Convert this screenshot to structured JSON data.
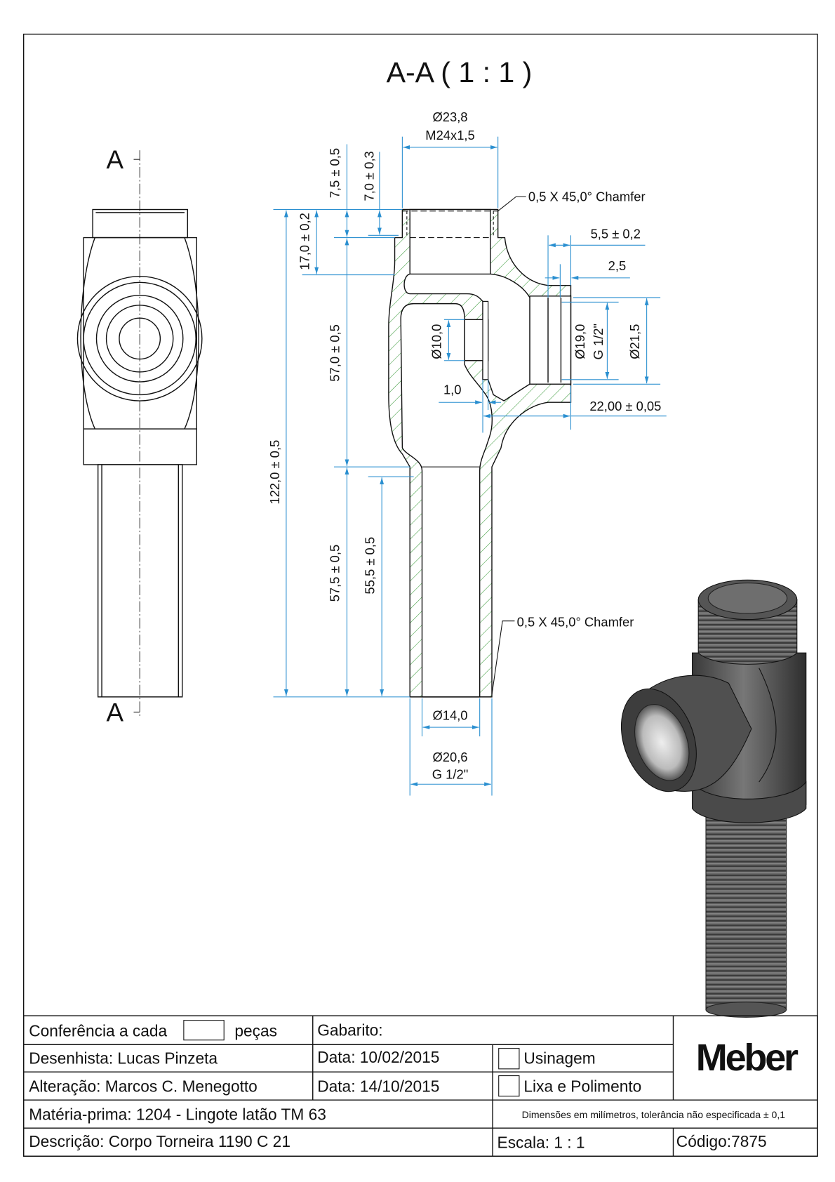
{
  "section_title": "A-A ( 1 : 1 )",
  "left_view": {
    "section_label_top": "A",
    "section_label_bottom": "A"
  },
  "dimensions": {
    "top_diameter": "Ø23,8",
    "top_thread": "M24x1,5",
    "chamfer_top": "0,5 X 45,0° Chamfer",
    "chamfer_bottom": "0,5 X 45,0° Chamfer",
    "d_7_5": "7,5 ± 0,5",
    "d_7_0": "7,0 ± 0,3",
    "d_17_0": "17,0 ± 0,2",
    "d_57_0": "57,0 ± 0,5",
    "d_122_0": "122,0 ± 0,5",
    "d_57_5": "57,5 ± 0,5",
    "d_55_5": "55,5 ± 0,5",
    "d_5_5": "5,5 ± 0,2",
    "d_2_5": "2,5",
    "d_10_0": "Ø10,0",
    "d_1_0": "1,0",
    "d_19_0": "Ø19,0",
    "d_19_thread": "G 1/2\"",
    "d_21_5": "Ø21,5",
    "d_22_00": "22,00 ± 0,05",
    "d_14_0": "Ø14,0",
    "d_20_6": "Ø20,6",
    "d_20_6_thread": "G 1/2\""
  },
  "title_block": {
    "conferencia_label": "Conferência a cada",
    "conferencia_value": "",
    "pecas_label": "peças",
    "gabarito_label": "Gabarito:",
    "desenhista_label": "Desenhista:",
    "desenhista_value": "Lucas Pinzeta",
    "data1_label": "Data:",
    "data1_value": "10/02/2015",
    "usinagem_label": "Usinagem",
    "alteracao_label": "Alteração:",
    "alteracao_value": "Marcos C. Menegotto",
    "data2_label": "Data:",
    "data2_value": "14/10/2015",
    "lixa_label": "Lixa e Polimento",
    "materia_label": "Matéria-prima:",
    "materia_value": "1204 - Lingote latão TM 63",
    "tolerance_note": "Dimensões em milímetros, tolerância não especificada ± 0,1",
    "descricao_label": "Descrição:",
    "descricao_value": "Corpo Torneira 1190 C 21",
    "escala_label": "Escala:",
    "escala_value": "1 : 1",
    "codigo_label": "Código:",
    "codigo_value": "7875",
    "logo": "Meber"
  },
  "colors": {
    "dimension": "#2a8fd0",
    "hatch": "#3a9a3a"
  }
}
